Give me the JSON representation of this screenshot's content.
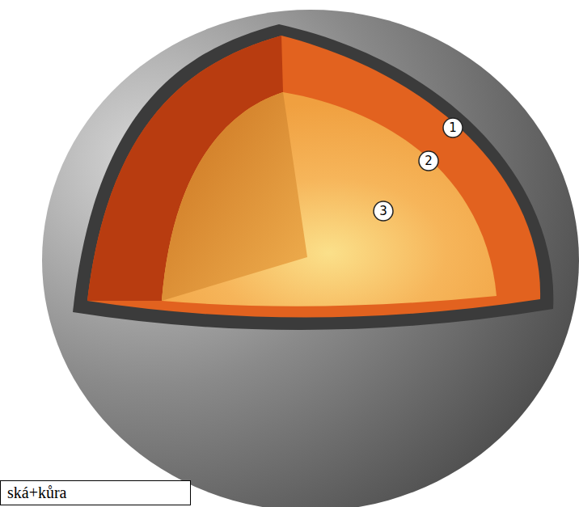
{
  "diagram": {
    "nodes": [
      {
        "text": [
          "ská+kůra"
        ]
      }
    ],
    "labels": [
      "1",
      "2",
      "3"
    ]
  }
}
